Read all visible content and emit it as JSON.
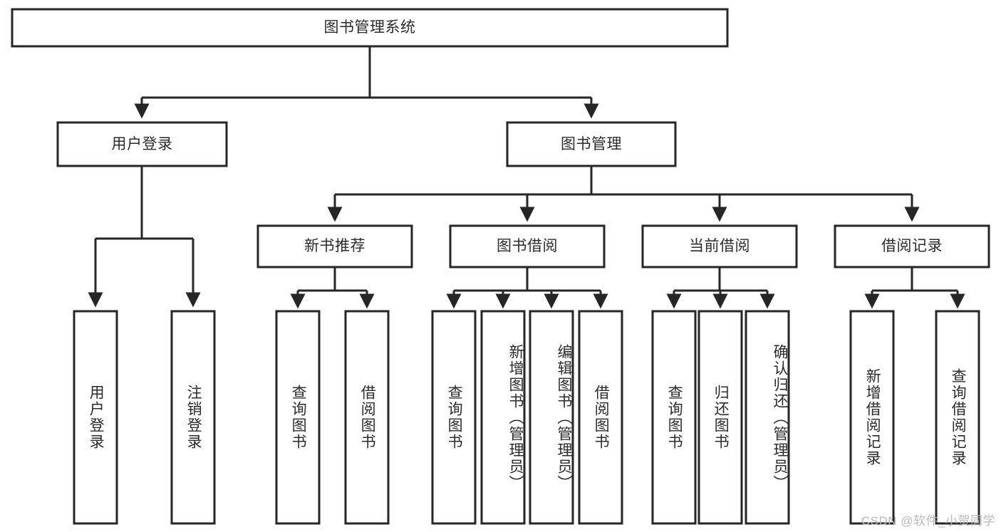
{
  "diagram": {
    "type": "tree-hierarchy",
    "title": "图书管理系统",
    "watermark": "CSDN @软件_小贺同学",
    "colors": {
      "stroke": "#262626",
      "box_fill": "#ffffff",
      "text": "#2b2b2b",
      "background": "#ffffff",
      "watermark": "#b9b9b9"
    },
    "nodes": {
      "root": {
        "label": "图书管理系统",
        "orientation": "horizontal"
      },
      "level2": [
        {
          "label": "用户登录",
          "orientation": "horizontal"
        },
        {
          "label": "图书管理",
          "orientation": "horizontal"
        }
      ],
      "level3": [
        {
          "label": "新书推荐",
          "orientation": "horizontal"
        },
        {
          "label": "图书借阅",
          "orientation": "horizontal"
        },
        {
          "label": "当前借阅",
          "orientation": "horizontal"
        },
        {
          "label": "借阅记录",
          "orientation": "horizontal"
        }
      ],
      "leaves": {
        "user_login": [
          {
            "label": "用户登录",
            "orientation": "vertical"
          },
          {
            "label": "注销登录",
            "orientation": "vertical"
          }
        ],
        "new_book_recommend": [
          {
            "label": "查询图书",
            "orientation": "vertical"
          },
          {
            "label": "借阅图书",
            "orientation": "vertical"
          }
        ],
        "book_borrow": [
          {
            "label": "查询图书",
            "orientation": "vertical"
          },
          {
            "label": "新增图书（管理员）",
            "orientation": "vertical"
          },
          {
            "label": "编辑图书（管理员）",
            "orientation": "vertical"
          },
          {
            "label": "借阅图书",
            "orientation": "vertical"
          }
        ],
        "current_borrow": [
          {
            "label": "查询图书",
            "orientation": "vertical"
          },
          {
            "label": "归还图书",
            "orientation": "vertical"
          },
          {
            "label": "确认归还（管理员）",
            "orientation": "vertical"
          }
        ],
        "borrow_record": [
          {
            "label": "新增借阅记录",
            "orientation": "vertical"
          },
          {
            "label": "查询借阅记录",
            "orientation": "vertical"
          }
        ]
      }
    }
  }
}
